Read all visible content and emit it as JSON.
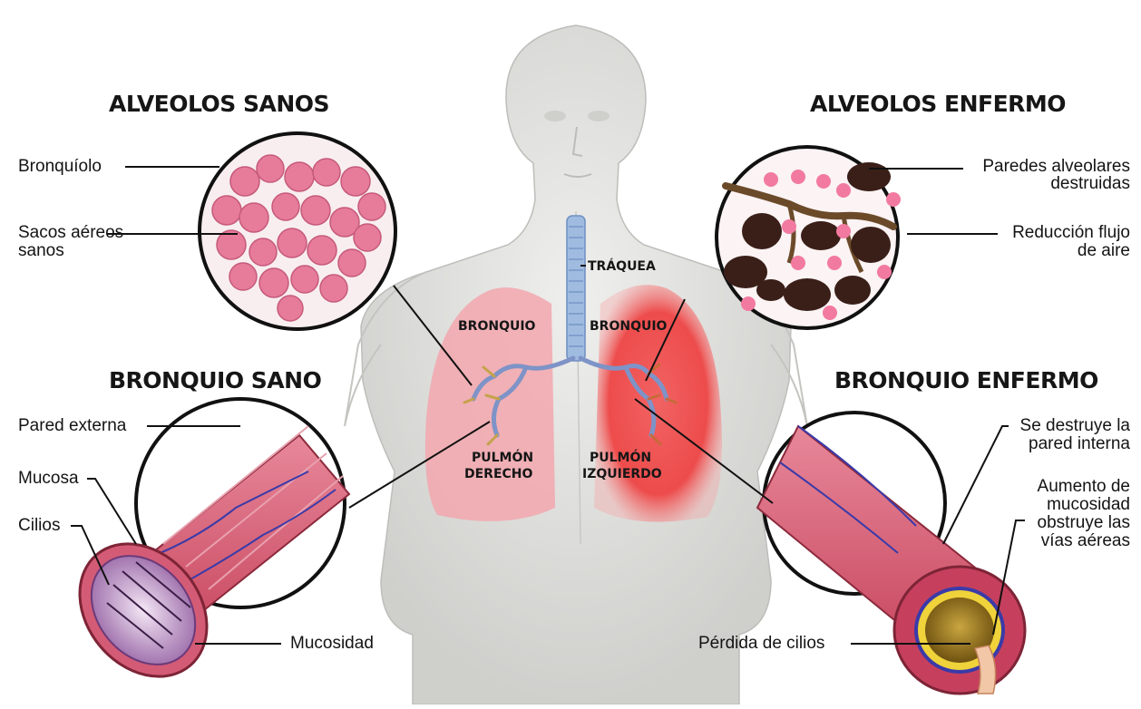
{
  "headings": {
    "healthy_alveoli": "ALVEOLOS SANOS",
    "sick_alveoli": "ALVEOLOS ENFERMO",
    "healthy_bronchus": "BRONQUIO SANO",
    "sick_bronchus": "BRONQUIO ENFERMO"
  },
  "labels": {
    "bronquiolo": "Bronquíolo",
    "sacos_1": "Sacos aéreos",
    "sacos_2": "sanos",
    "paredes_1": "Paredes alveolares",
    "paredes_2": "destruidas",
    "reduccion_1": "Reducción flujo",
    "reduccion_2": "de aire",
    "pared_externa": "Pared externa",
    "mucosa": "Mucosa",
    "cilios": "Cilios",
    "mucosidad": "Mucosidad",
    "destruye_1": "Se destruye la",
    "destruye_2": "pared interna",
    "aumento_1": "Aumento de",
    "aumento_2": "mucosidad",
    "aumento_3": "obstruye las",
    "aumento_4": "vías aéreas",
    "perdida": "Pérdida de cilios"
  },
  "organs": {
    "traquea": "TRÁQUEA",
    "bronquio_left": "BRONQUIO",
    "bronquio_right": "BRONQUIO",
    "pulmon_der_1": "PULMÓN",
    "pulmon_der_2": "DERECHO",
    "pulmon_izq_1": "PULMÓN",
    "pulmon_izq_2": "IZQUIERDO"
  },
  "colors": {
    "body_skin": "#d9d9d6",
    "healthy_lung": "#f2a7ae",
    "sick_lung": "#ef3b3b",
    "alveoli_pink": "#e87f9c",
    "damaged_alveoli": "#3a1f18",
    "bronchus_wall": "#d8506a",
    "vessels": "#3a3aa8",
    "trachea": "#8fb0d8"
  }
}
